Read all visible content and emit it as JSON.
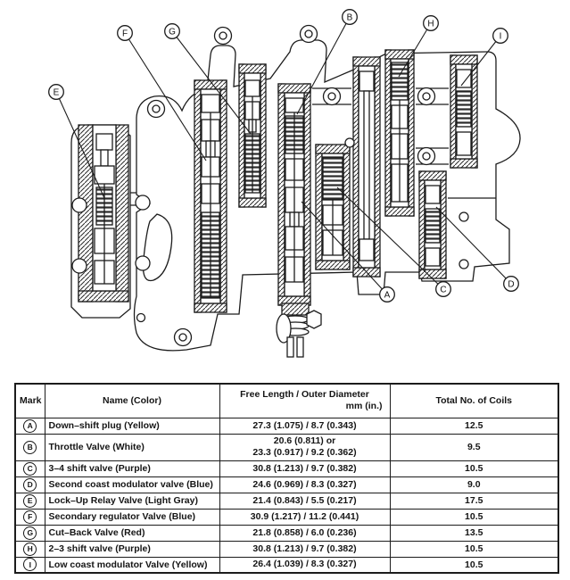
{
  "figure": {
    "description": "Valve body cross-section with circled callout marks",
    "callouts": [
      {
        "label": "A"
      },
      {
        "label": "B"
      },
      {
        "label": "C"
      },
      {
        "label": "D"
      },
      {
        "label": "E"
      },
      {
        "label": "F"
      },
      {
        "label": "G"
      },
      {
        "label": "H"
      },
      {
        "label": "I"
      }
    ],
    "line_color": "#1c1c1c",
    "background": "#ffffff"
  },
  "table": {
    "columns": {
      "mark": "Mark",
      "name": "Name (Color)",
      "free_length_line1": "Free Length / Outer Diameter",
      "free_length_line2": "mm (in.)",
      "coils": "Total No. of Coils"
    },
    "rows": [
      {
        "mark": "A",
        "name": "Down–shift plug (Yellow)",
        "free_length": "27.3 (1.075) / 8.7 (0.343)",
        "coils": "12.5"
      },
      {
        "mark": "B",
        "name": "Throttle Valve (White)",
        "free_length": "20.6 (0.811) or\n23.3 (0.917) / 9.2 (0.362)",
        "coils": "9.5"
      },
      {
        "mark": "C",
        "name": "3–4 shift valve (Purple)",
        "free_length": "30.8 (1.213) / 9.7 (0.382)",
        "coils": "10.5"
      },
      {
        "mark": "D",
        "name": "Second coast modulator valve (Blue)",
        "free_length": "24.6 (0.969) / 8.3 (0.327)",
        "coils": "9.0"
      },
      {
        "mark": "E",
        "name": "Lock–Up Relay Valve (Light Gray)",
        "free_length": "21.4 (0.843) / 5.5 (0.217)",
        "coils": "17.5"
      },
      {
        "mark": "F",
        "name": "Secondary regulator Valve (Blue)",
        "free_length": "30.9 (1.217) / 11.2 (0.441)",
        "coils": "10.5"
      },
      {
        "mark": "G",
        "name": "Cut–Back Valve (Red)",
        "free_length": "21.8 (0.858) / 6.0 (0.236)",
        "coils": "13.5"
      },
      {
        "mark": "H",
        "name": "2–3 shift valve (Purple)",
        "free_length": "30.8 (1.213) / 9.7 (0.382)",
        "coils": "10.5"
      },
      {
        "mark": "I",
        "name": "Low coast modulator Valve (Yellow)",
        "free_length": "26.4 (1.039) / 8.3 (0.327)",
        "coils": "10.5"
      }
    ]
  }
}
